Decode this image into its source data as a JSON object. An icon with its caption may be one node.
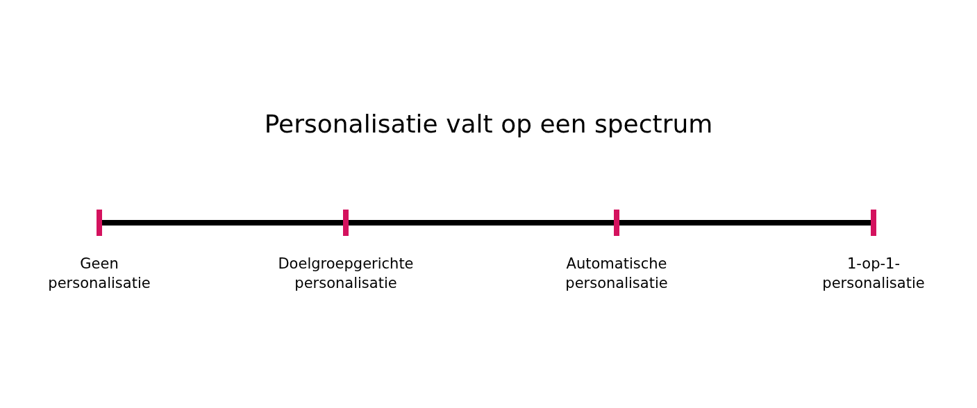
{
  "diagram": {
    "title": "Personalisatie valt op een spectrum",
    "nodes": [
      {
        "text": [],
        "shape": "bar",
        "beside": [
          "Geen personalisatie"
        ]
      },
      {
        "text": [],
        "shape": "bar",
        "beside": [
          "Doelgroepgerichte personalisatie"
        ]
      },
      {
        "text": [],
        "shape": "bar",
        "beside": [
          "Automatische personalisatie"
        ]
      },
      {
        "text": [],
        "shape": "bar",
        "beside": [
          "1-op-1-personalisatie"
        ]
      }
    ],
    "edges": [
      {
        "from": 0,
        "to": 1,
        "arrow": "none"
      },
      {
        "from": 1,
        "to": 2,
        "arrow": "none"
      },
      {
        "from": 2,
        "to": 3,
        "arrow": "none"
      }
    ]
  }
}
